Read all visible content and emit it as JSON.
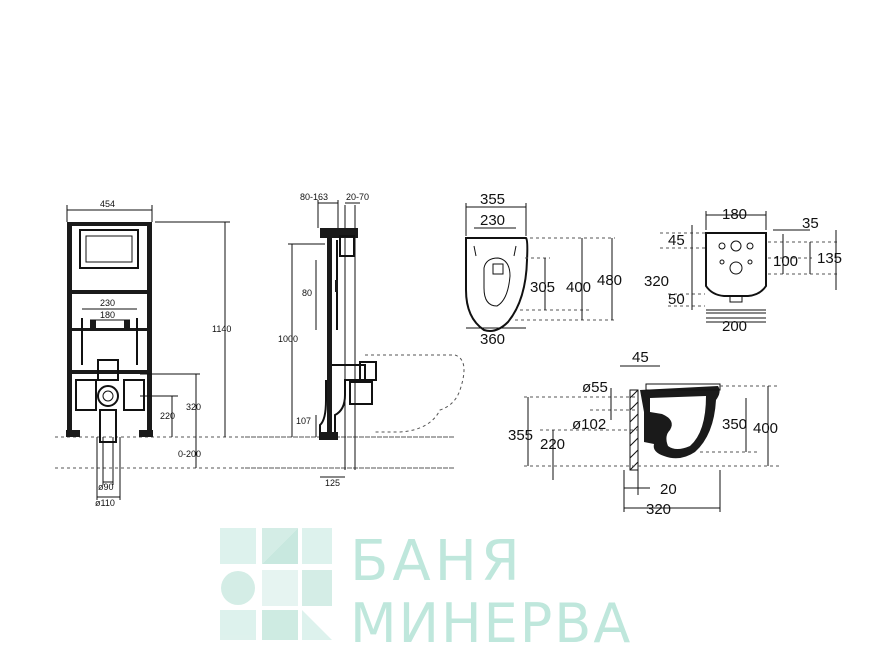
{
  "frame_front": {
    "width": "454",
    "height": "1140",
    "ctc_230": "230",
    "ctc_180": "180",
    "drain_320": "320",
    "drain_220": "220",
    "floor_range": "0-200",
    "pipe_90": "ø90",
    "pipe_110": "ø110"
  },
  "frame_side": {
    "depth_range": "80-163",
    "wall_range": "20-70",
    "inlet_80": "80",
    "height_1000": "1000",
    "height_107": "107",
    "base_125": "125"
  },
  "pan_top": {
    "outer_355": "355",
    "inner_230": "230",
    "len_305": "305",
    "len_400": "400",
    "len_480": "480",
    "width_360": "360"
  },
  "pan_back": {
    "width_180": "180",
    "offset_35": "35",
    "h_45": "45",
    "h_100": "100",
    "h_135": "135",
    "h_320": "320",
    "h_50": "50",
    "base_200": "200"
  },
  "pan_side": {
    "top_45": "45",
    "dia_55": "ø55",
    "dia_102": "ø102",
    "h_355": "355",
    "h_220": "220",
    "h_350": "350",
    "h_400": "400",
    "gap_20": "20",
    "depth_320": "320"
  },
  "watermark": {
    "line1": "БАНЯ",
    "line2": "МИНЕРВА"
  }
}
